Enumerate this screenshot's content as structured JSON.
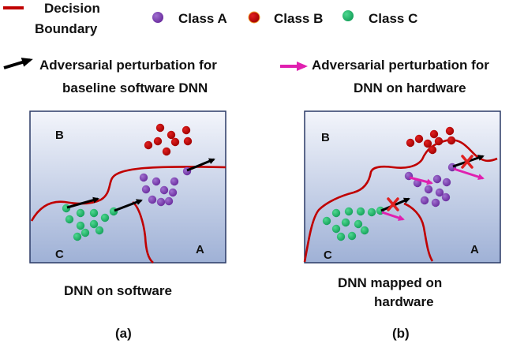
{
  "legend": {
    "boundary_line1": "Decision",
    "boundary_line2": "Boundary",
    "class_a": "Class A",
    "class_b": "Class B",
    "class_c": "Class C",
    "sw_arrow_line1": "Adversarial perturbation for",
    "sw_arrow_line2": "baseline software DNN",
    "hw_arrow_line1": "Adversarial perturbation for",
    "hw_arrow_line2": "DNN on hardware"
  },
  "panel_a": {
    "region_b": "B",
    "region_c": "C",
    "region_a": "A",
    "caption": "DNN on software",
    "tag": "(a)"
  },
  "panel_b": {
    "region_b": "B",
    "region_c": "C",
    "region_a": "A",
    "caption_line1": "DNN mapped on",
    "caption_line2": "hardware",
    "tag": "(b)"
  },
  "colors": {
    "boundary": "#c00000",
    "class_a": "#7030a0",
    "class_b": "#c00000",
    "class_c": "#1fb26a",
    "sw_arrow": "#000000",
    "hw_arrow": "#e020b0",
    "panel_top": "#f3f5fb",
    "panel_bottom": "#9fb1d6",
    "panel_border": "#2b3a67"
  }
}
